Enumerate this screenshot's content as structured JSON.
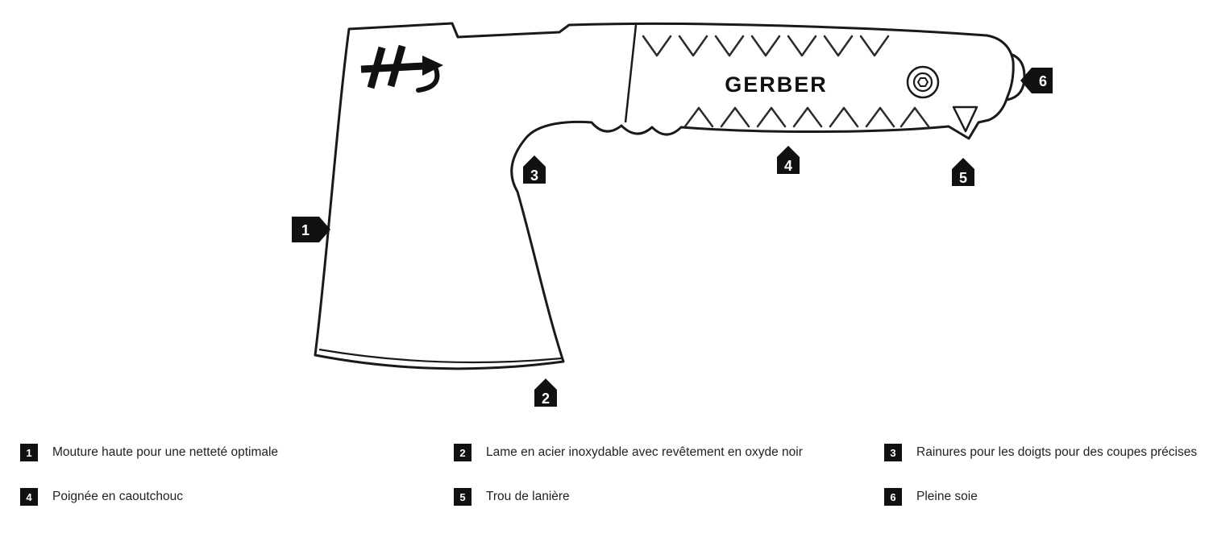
{
  "brand": {
    "logo_text": "GERBER"
  },
  "diagram": {
    "callouts": [
      {
        "number": "1",
        "direction": "right"
      },
      {
        "number": "2",
        "direction": "up"
      },
      {
        "number": "3",
        "direction": "up"
      },
      {
        "number": "4",
        "direction": "up"
      },
      {
        "number": "5",
        "direction": "up"
      },
      {
        "number": "6",
        "direction": "left"
      }
    ]
  },
  "legend": {
    "items": [
      {
        "number": "1",
        "text": "Mouture haute pour une netteté optimale"
      },
      {
        "number": "2",
        "text": "Lame en acier inoxydable avec revêtement en oxyde noir"
      },
      {
        "number": "3",
        "text": "Rainures pour les doigts pour des coupes précises"
      },
      {
        "number": "4",
        "text": "Poignée en caoutchouc"
      },
      {
        "number": "5",
        "text": "Trou de lanière"
      },
      {
        "number": "6",
        "text": "Pleine soie"
      }
    ]
  },
  "colors": {
    "line": "#1a1a1a",
    "marker_fill": "#111111",
    "marker_text": "#ffffff",
    "legend_text": "#222222",
    "background": "#ffffff"
  }
}
